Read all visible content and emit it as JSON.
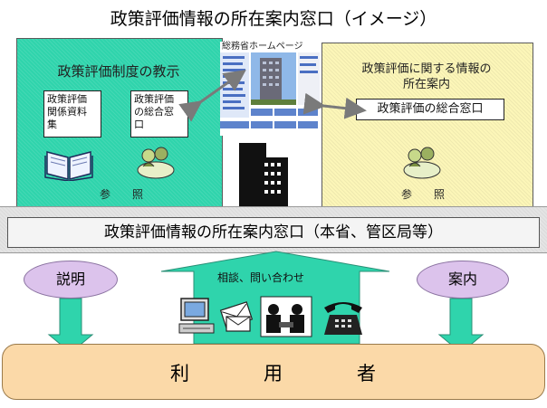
{
  "title": "政策評価情報の所在案内窓口（イメージ）",
  "left_panel": {
    "heading": "政策評価制度の教示",
    "box1": [
      "政策評価",
      "関係資料",
      "集"
    ],
    "box2": [
      "政策評価",
      "の総合窓",
      "口"
    ],
    "reference": "参　照"
  },
  "homepage": {
    "label": "総務省ホームページ"
  },
  "right_panel": {
    "heading": [
      "政策評価に関する情報の",
      "所在案内"
    ],
    "box": "政策評価の総合窓口",
    "reference": "参　照"
  },
  "center_band": {
    "label": "政策評価情報の所在案内窓口（本省、管区局等）"
  },
  "explain": {
    "label": "説明"
  },
  "guide": {
    "label": "案内"
  },
  "consult": {
    "label": "相談、問い合わせ"
  },
  "users": {
    "chars": [
      "利",
      "用",
      "者"
    ]
  },
  "colors": {
    "left_panel": "#2fd4ac",
    "right_panel": "#fcf6b8",
    "band": "#e4e4e4",
    "arrow_green": "#2fd4ac",
    "oval": "#dcc3ec",
    "users": "#fbd9a8"
  }
}
